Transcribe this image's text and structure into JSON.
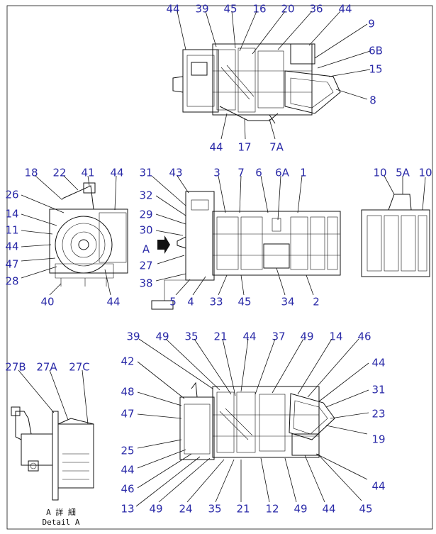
{
  "views": {
    "top": {
      "callouts": [
        "44",
        "39",
        "45",
        "16",
        "20",
        "36",
        "44",
        "9",
        "6B",
        "15",
        "8",
        "44",
        "17",
        "7A"
      ]
    },
    "middle_left": {
      "callouts": [
        "18",
        "22",
        "41",
        "44",
        "26",
        "14",
        "11",
        "44",
        "47",
        "28",
        "40",
        "44"
      ]
    },
    "middle_center": {
      "callouts": [
        "31",
        "43",
        "3",
        "7",
        "6",
        "6A",
        "1",
        "32",
        "29",
        "30",
        "A",
        "27",
        "38",
        "5",
        "4",
        "33",
        "45",
        "34",
        "2"
      ]
    },
    "middle_right": {
      "callouts": [
        "10",
        "5A",
        "10"
      ]
    },
    "detail": {
      "callouts": [
        "27B",
        "27A",
        "27C"
      ],
      "caption_jp": "A 詳 細",
      "caption_en": "Detail A"
    },
    "bottom": {
      "callouts": [
        "39",
        "49",
        "35",
        "21",
        "44",
        "37",
        "49",
        "14",
        "46",
        "42",
        "44",
        "48",
        "31",
        "47",
        "23",
        "19",
        "25",
        "44",
        "44",
        "46",
        "13",
        "49",
        "24",
        "35",
        "21",
        "12",
        "49",
        "44",
        "45"
      ]
    }
  }
}
